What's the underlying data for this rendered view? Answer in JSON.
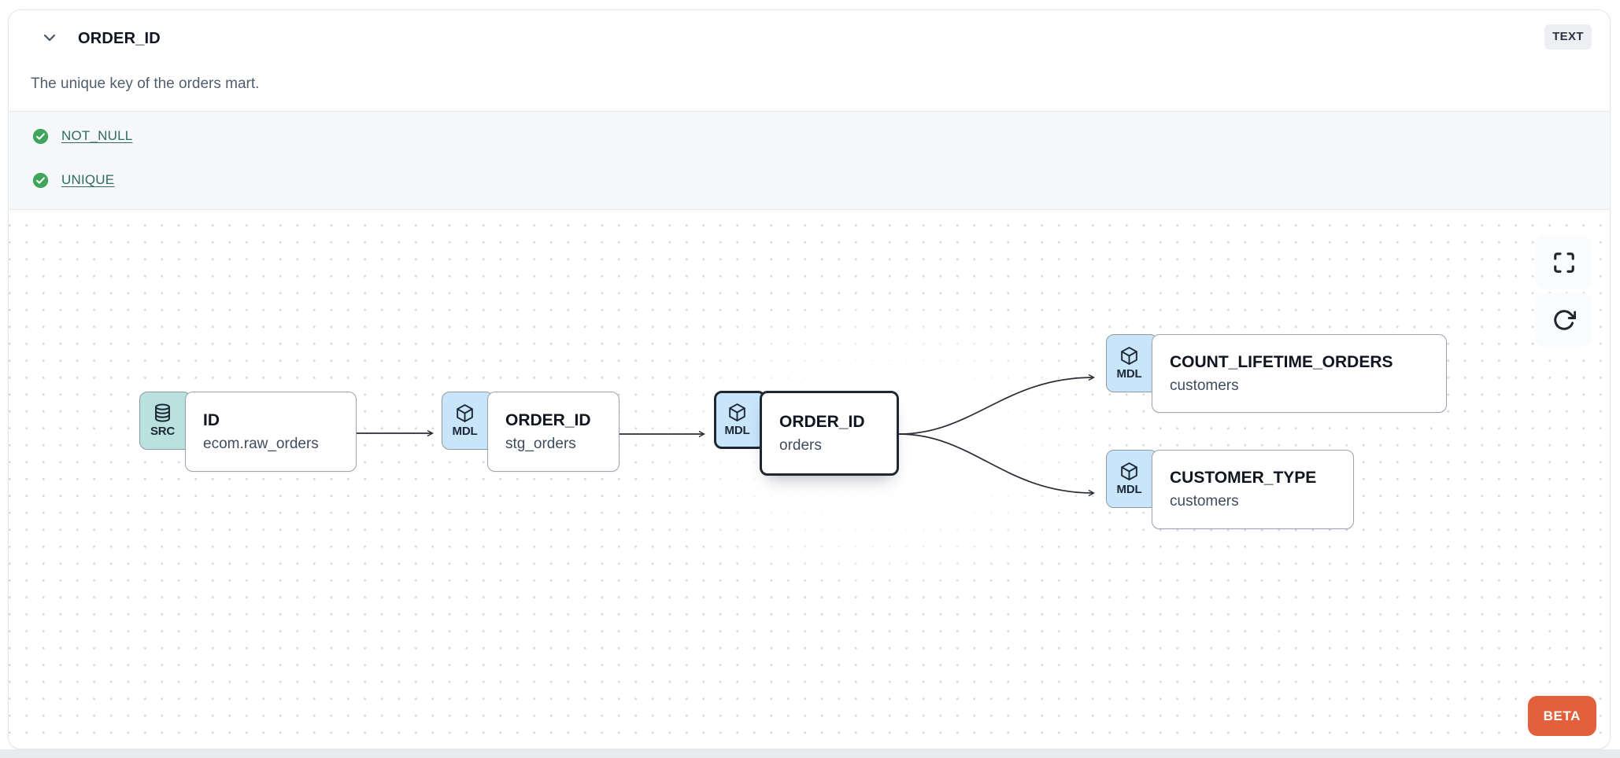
{
  "header": {
    "collapse_icon": "chevron-down-icon",
    "title": "ORDER_ID",
    "type_badge": "TEXT",
    "description": "The unique key of the orders mart."
  },
  "tests": {
    "items": [
      {
        "label": "NOT_NULL",
        "status": "pass",
        "icon": "check-circle-icon"
      },
      {
        "label": "UNIQUE",
        "status": "pass",
        "icon": "check-circle-icon"
      }
    ]
  },
  "lineage": {
    "nodes": [
      {
        "id": "src-id",
        "badge": "SRC",
        "icon": "database-icon",
        "title": "ID",
        "subtitle": "ecom.raw_orders",
        "selected": false
      },
      {
        "id": "stg-order-id",
        "badge": "MDL",
        "icon": "cube-icon",
        "title": "ORDER_ID",
        "subtitle": "stg_orders",
        "selected": false
      },
      {
        "id": "orders-order-id",
        "badge": "MDL",
        "icon": "cube-icon",
        "title": "ORDER_ID",
        "subtitle": "orders",
        "selected": true
      },
      {
        "id": "count-lifetime-orders",
        "badge": "MDL",
        "icon": "cube-icon",
        "title": "COUNT_LIFETIME_ORDERS",
        "subtitle": "customers",
        "selected": false
      },
      {
        "id": "customer-type",
        "badge": "MDL",
        "icon": "cube-icon",
        "title": "CUSTOMER_TYPE",
        "subtitle": "customers",
        "selected": false
      }
    ],
    "edges": [
      {
        "from": "src-id",
        "to": "stg-order-id"
      },
      {
        "from": "stg-order-id",
        "to": "orders-order-id"
      },
      {
        "from": "orders-order-id",
        "to": "count-lifetime-orders"
      },
      {
        "from": "orders-order-id",
        "to": "customer-type"
      }
    ],
    "controls": {
      "fullscreen_icon": "fullscreen-icon",
      "refresh_icon": "refresh-icon"
    },
    "beta_label": "BETA"
  },
  "colors": {
    "src_badge_bg": "#b9e2de",
    "mdl_badge_bg": "#c9e5f9",
    "selected_border": "#1f2733",
    "node_border": "#9ba3af",
    "test_link": "#2e6b60",
    "check_green": "#3fa45c",
    "beta_bg": "#e2613c",
    "type_badge_bg": "#edeff3"
  }
}
